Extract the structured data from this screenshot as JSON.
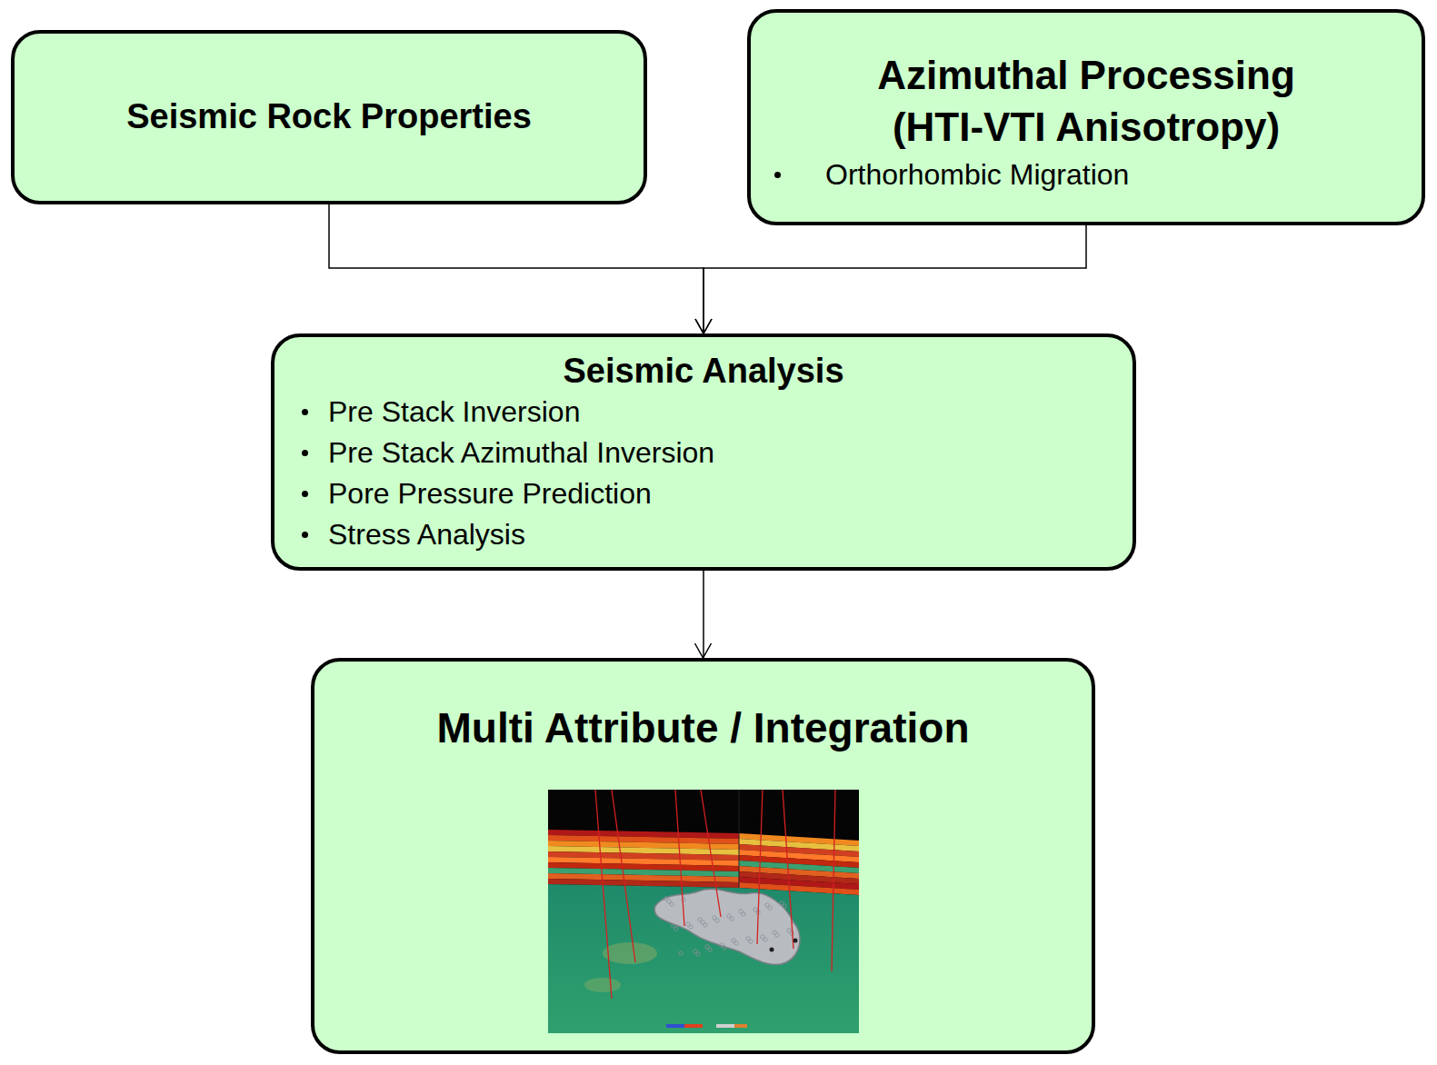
{
  "diagram": {
    "nodes": [
      {
        "text": [
          "Seismic Rock Properties"
        ]
      },
      {
        "text": [
          "Azimuthal Processing (HTI-VTI Anisotropy)",
          "Orthorhombic Migration"
        ]
      },
      {
        "text": [
          "Seismic Analysis",
          "Pre Stack Inversion",
          "Pre Stack Azimuthal Inversion",
          "Pore Pressure Prediction",
          "Stress Analysis"
        ]
      },
      {
        "text": [
          "Multi Attribute / Integration"
        ]
      }
    ],
    "edges": [
      {
        "from": 0,
        "to": 2,
        "arrow": "to"
      },
      {
        "from": 1,
        "to": 2,
        "arrow": "to"
      },
      {
        "from": 2,
        "to": 3,
        "arrow": "to"
      }
    ]
  }
}
